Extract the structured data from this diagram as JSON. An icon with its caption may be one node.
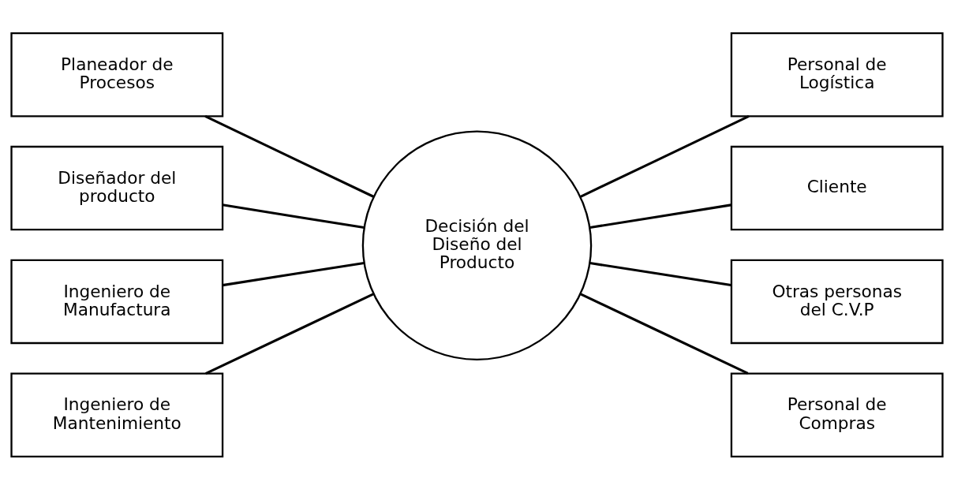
{
  "diagram": {
    "nodes": [
      {
        "text": [
          "Planeador de Procesos"
        ]
      },
      {
        "text": [
          "Diseñador del producto"
        ]
      },
      {
        "text": [
          "Ingeniero de Manufactura"
        ]
      },
      {
        "text": [
          "Ingeniero de Mantenimiento"
        ]
      },
      {
        "text": [
          "Decisión del Diseño del Producto"
        ]
      },
      {
        "text": [
          "Personal de Logística"
        ]
      },
      {
        "text": [
          "Cliente"
        ]
      },
      {
        "text": [
          "Otras personas del C.V.P"
        ]
      },
      {
        "text": [
          "Personal de Compras"
        ]
      }
    ],
    "edges": [
      {
        "from": 0,
        "to": 4,
        "arrow": "none"
      },
      {
        "from": 1,
        "to": 4,
        "arrow": "none"
      },
      {
        "from": 2,
        "to": 4,
        "arrow": "none"
      },
      {
        "from": 3,
        "to": 4,
        "arrow": "none"
      },
      {
        "from": 5,
        "to": 4,
        "arrow": "none"
      },
      {
        "from": 6,
        "to": 4,
        "arrow": "none"
      },
      {
        "from": 7,
        "to": 4,
        "arrow": "none"
      },
      {
        "from": 8,
        "to": 4,
        "arrow": "none"
      }
    ]
  }
}
